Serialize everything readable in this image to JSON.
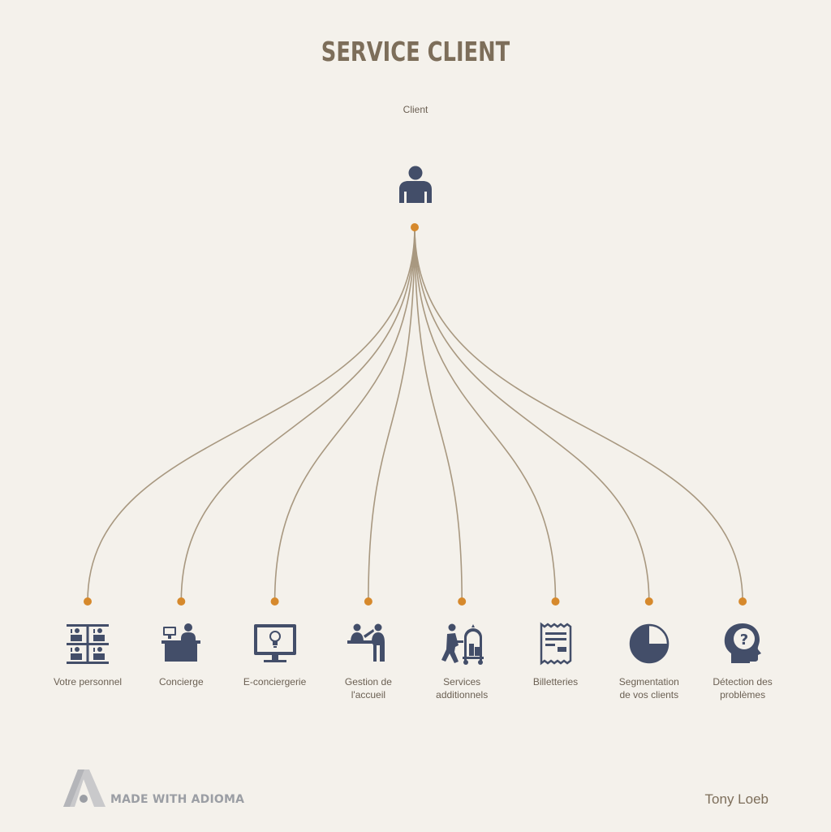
{
  "title": "SERVICE CLIENT",
  "root": {
    "label": "Client",
    "icon": "person-icon"
  },
  "colors": {
    "background": "#f4f1eb",
    "title": "#7d6e5a",
    "icon": "#434e69",
    "connector": "#a89880",
    "node_dot": "#d6892c",
    "text": "#6b6053"
  },
  "branches": [
    {
      "label": "Votre personnel",
      "icon": "staff-grid-icon"
    },
    {
      "label": "Concierge",
      "icon": "concierge-desk-icon"
    },
    {
      "label": "E-conciergerie",
      "icon": "monitor-lightbulb-icon"
    },
    {
      "label": "Gestion de\nl'accueil",
      "icon": "reception-icon"
    },
    {
      "label": "Services\nadditionnels",
      "icon": "bellhop-cart-icon"
    },
    {
      "label": "Billetteries",
      "icon": "receipt-icon"
    },
    {
      "label": "Segmentation\nde vos clients",
      "icon": "pie-chart-icon"
    },
    {
      "label": "Détection des\nproblèmes",
      "icon": "head-question-icon"
    }
  ],
  "footer": {
    "brand": "MADE WITH ADIOMA",
    "logo_icon": "adioma-logo-icon",
    "author": "Tony Loeb"
  }
}
